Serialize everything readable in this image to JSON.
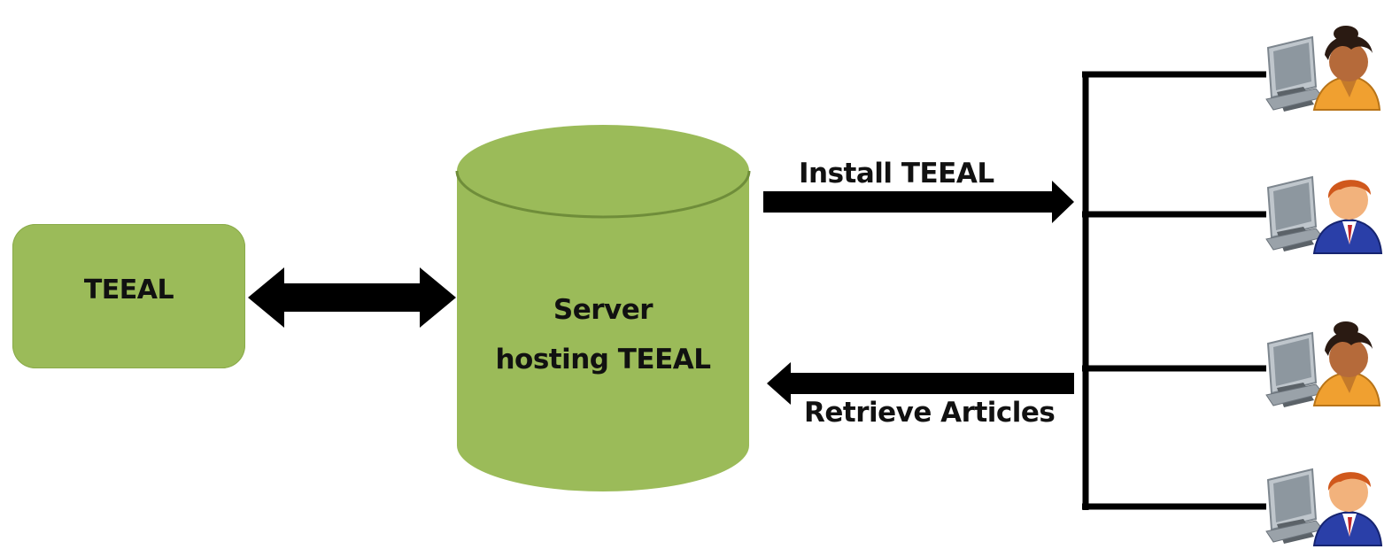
{
  "nodes": {
    "teeal": "TEEAL",
    "server_line1": "Server",
    "server_line2": "hosting TEEAL"
  },
  "edges": {
    "install": "Install TEEAL",
    "retrieve": "Retrieve Articles"
  },
  "users": [
    {
      "icon": "user-computer-icon-female"
    },
    {
      "icon": "user-computer-icon-male"
    },
    {
      "icon": "user-computer-icon-female"
    },
    {
      "icon": "user-computer-icon-male"
    }
  ],
  "colors": {
    "node_fill": "#9bbb59",
    "arrow": "#000000",
    "female_shirt": "#f0a030",
    "male_shirt": "#2a3fa8"
  }
}
